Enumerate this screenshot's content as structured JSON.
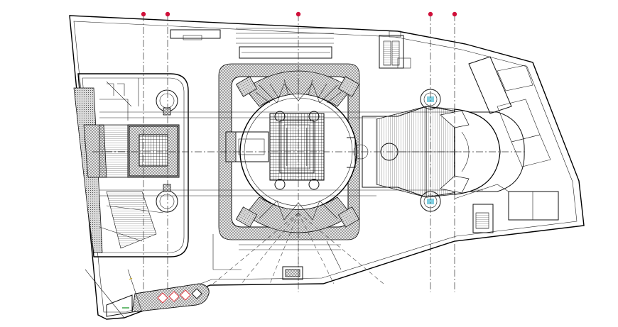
{
  "drawing": {
    "type": "architectural floor plan",
    "colors": {
      "line": "#111111",
      "background": "#ffffff",
      "axis_marker": "#d0103a",
      "accent_green": "#2e9e3a",
      "accent_cyan": "#19a7c9",
      "accent_red": "#e0303a"
    },
    "axis_markers": 5,
    "stair_diamonds": 4
  }
}
